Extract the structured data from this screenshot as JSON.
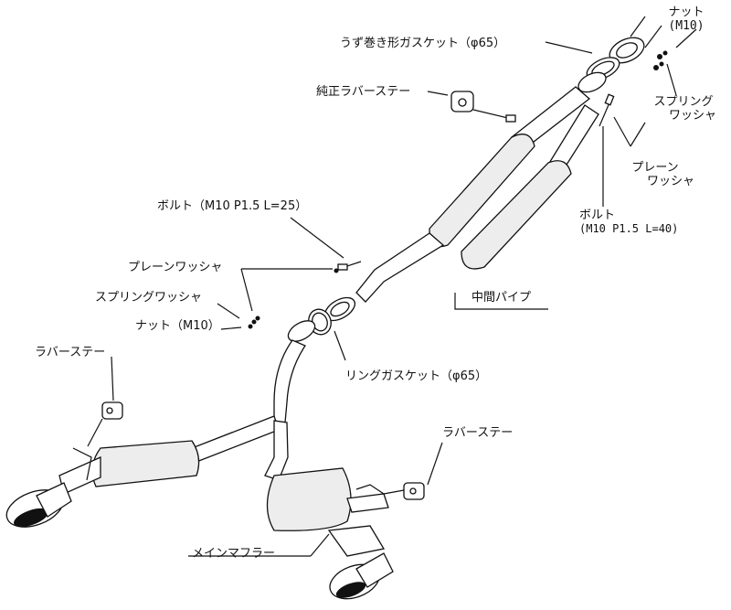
{
  "labels": {
    "nut_top": "ナット",
    "nut_top_size": "(M10)",
    "spiral_gasket": "うず巻き形ガスケット（φ65）",
    "oem_rubber_stay": "純正ラバーステー",
    "spring_washer_top": "スプリング",
    "spring_washer_top_2": "ワッシャ",
    "plain_washer_top": "プレーン",
    "plain_washer_top_2": "ワッシャ",
    "bolt_top": "ボルト",
    "bolt_top_spec": "(M10 P1.5 L=40)",
    "bolt_mid": "ボルト（M10 P1.5 L=25）",
    "plain_washer_mid": "プレーンワッシャ",
    "spring_washer_mid": "スプリングワッシャ",
    "nut_mid": "ナット（M10）",
    "center_pipe": "中間パイプ",
    "ring_gasket": "リングガスケット（φ65）",
    "rubber_stay_left": "ラバーステー",
    "rubber_stay_right": "ラバーステー",
    "main_muffler": "メインマフラー"
  }
}
